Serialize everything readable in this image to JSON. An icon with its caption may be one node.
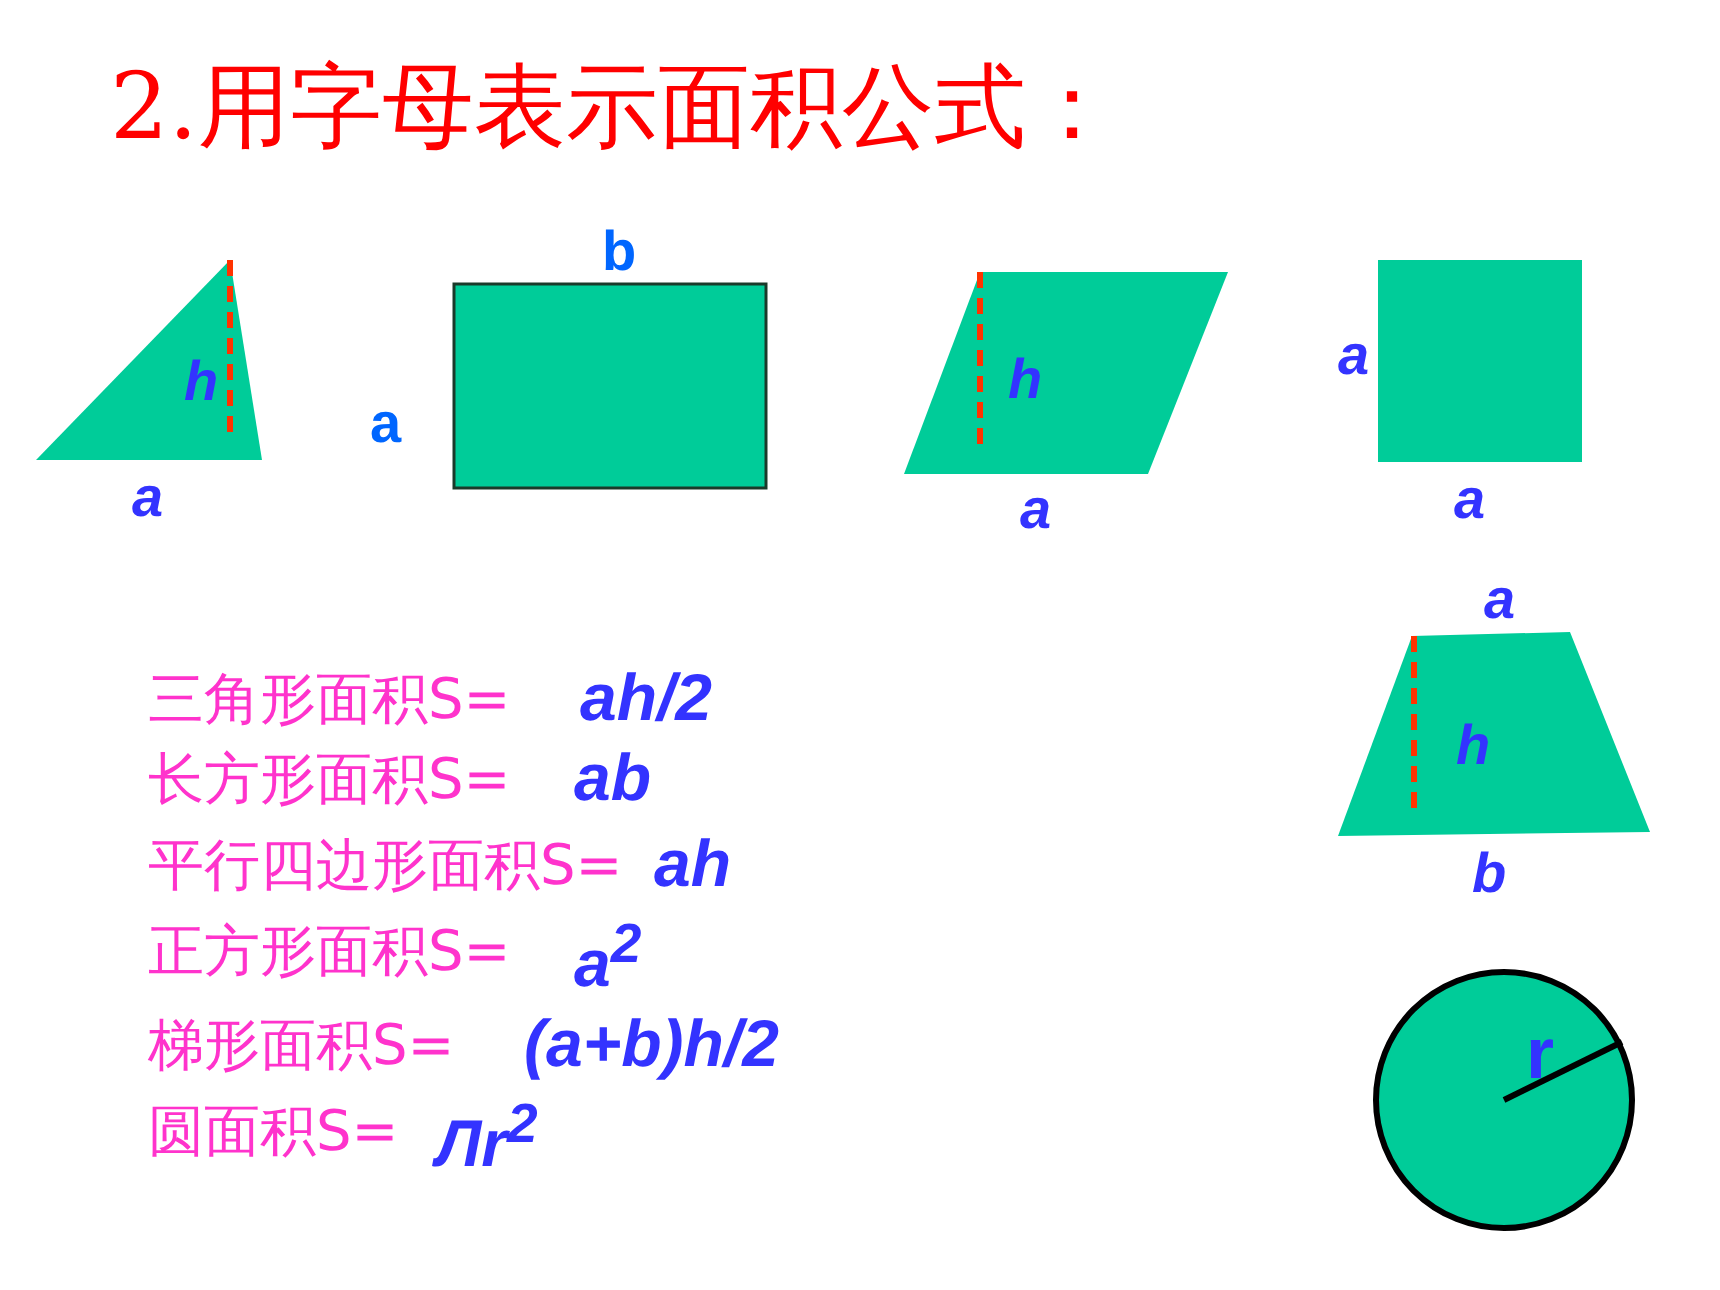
{
  "diagram": {
    "title": "2.用字母表示面积公式：",
    "nodes": [
      {
        "text": [
          "h"
        ],
        "beside": [
          "a"
        ]
      },
      {
        "text": [],
        "shape": "box",
        "beside": [
          "b",
          "a"
        ]
      },
      {
        "text": [
          "h"
        ],
        "beside": [
          "a"
        ]
      },
      {
        "text": [],
        "shape": "box",
        "beside": [
          "a",
          "a"
        ]
      },
      {
        "text": [
          "h"
        ],
        "beside": [
          "a",
          "b"
        ]
      },
      {
        "text": [
          "r"
        ]
      }
    ],
    "labels": [
      "三角形面积S=",
      "ah/2",
      "长方形面积S=",
      "ab",
      "平行四边形面积S=",
      "ah",
      "正方形面积S=",
      "a$^{2}$",
      "梯形面积S=",
      "(a+b)h/2",
      "圆面积S=",
      "Лr$^{2}$"
    ]
  }
}
